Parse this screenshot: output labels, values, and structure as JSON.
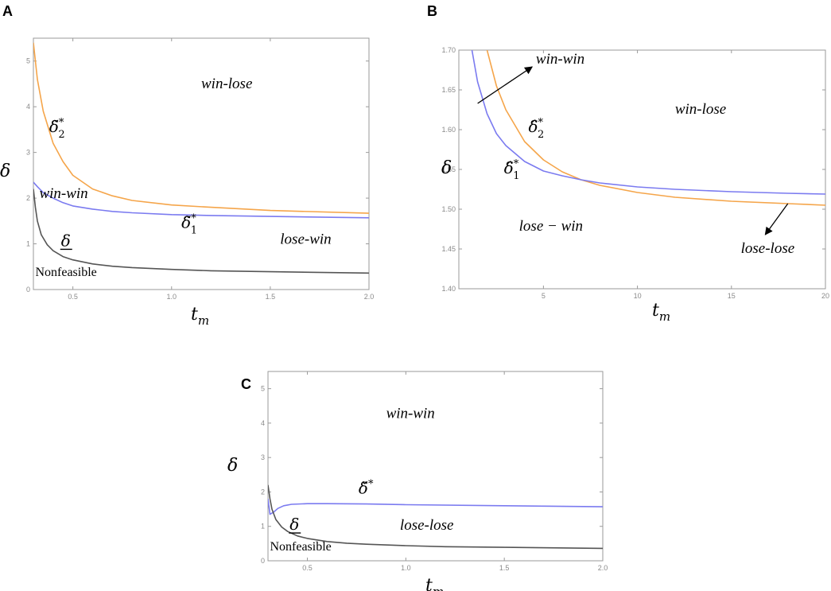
{
  "chart_data": [
    {
      "type": "line",
      "panel": "A",
      "xlabel": "t",
      "xlabel_sub": "m",
      "ylabel": "δ",
      "xlim": [
        0.3,
        2.0
      ],
      "ylim": [
        0,
        5.5
      ],
      "xticks": [
        "0.5",
        "1.0",
        "1.5",
        "2.0"
      ],
      "yticks": [
        "0",
        "1",
        "2",
        "3",
        "4",
        "5"
      ],
      "grid": false,
      "series": [
        {
          "key": "d2",
          "color": "#f5a54a",
          "x": [
            0.3,
            0.32,
            0.35,
            0.4,
            0.45,
            0.5,
            0.6,
            0.7,
            0.8,
            1.0,
            1.2,
            1.5,
            2.0
          ],
          "y": [
            5.4,
            4.6,
            3.9,
            3.2,
            2.8,
            2.5,
            2.2,
            2.05,
            1.95,
            1.85,
            1.8,
            1.73,
            1.67
          ]
        },
        {
          "key": "d1",
          "color": "#7b7bf0",
          "x": [
            0.3,
            0.32,
            0.35,
            0.4,
            0.45,
            0.5,
            0.6,
            0.7,
            0.8,
            1.0,
            1.2,
            1.5,
            2.0
          ],
          "y": [
            2.35,
            2.25,
            2.12,
            2.0,
            1.9,
            1.83,
            1.76,
            1.71,
            1.68,
            1.64,
            1.62,
            1.6,
            1.57
          ]
        },
        {
          "key": "dlow",
          "color": "#555555",
          "x": [
            0.3,
            0.31,
            0.32,
            0.34,
            0.37,
            0.4,
            0.45,
            0.5,
            0.6,
            0.7,
            0.8,
            1.0,
            1.2,
            1.5,
            2.0
          ],
          "y": [
            2.2,
            1.8,
            1.5,
            1.2,
            0.98,
            0.85,
            0.72,
            0.65,
            0.56,
            0.51,
            0.48,
            0.44,
            0.41,
            0.39,
            0.36
          ]
        }
      ],
      "annotations": [
        {
          "key": "winlose",
          "text": "win-lose",
          "x": 1.15,
          "y": 4.4
        },
        {
          "key": "winwin",
          "text": "win-win",
          "x": 0.33,
          "y": 2.0
        },
        {
          "key": "losewin",
          "text": "lose-win",
          "x": 1.55,
          "y": 1.0
        },
        {
          "key": "nonfeasible",
          "text": "Nonfeasible",
          "x": 0.31,
          "y": 0.3
        }
      ],
      "curve_labels": [
        {
          "key": "d2lab",
          "symbol": "δ̃",
          "sub": "2",
          "sup": "*",
          "x": 0.38,
          "y": 3.45
        },
        {
          "key": "d1lab",
          "symbol": "δ̃",
          "sub": "1",
          "sup": "*",
          "x": 1.05,
          "y": 1.35
        },
        {
          "key": "dlowlab",
          "symbol": "δ",
          "underline": true,
          "x": 0.44,
          "y": 0.95
        }
      ]
    },
    {
      "type": "line",
      "panel": "B",
      "xlabel": "t",
      "xlabel_sub": "m",
      "ylabel": "δ",
      "xlim": [
        0.5,
        20
      ],
      "ylim": [
        1.4,
        1.7
      ],
      "xticks": [
        "5",
        "10",
        "15",
        "20"
      ],
      "yticks": [
        "1.40",
        "1.45",
        "1.50",
        "1.55",
        "1.60",
        "1.65",
        "1.70"
      ],
      "grid": false,
      "series": [
        {
          "key": "d2",
          "color": "#f5a54a",
          "x": [
            2.0,
            2.5,
            3,
            4,
            5,
            6,
            7,
            8,
            10,
            12,
            15,
            18,
            20
          ],
          "y": [
            1.7,
            1.655,
            1.625,
            1.585,
            1.562,
            1.547,
            1.537,
            1.53,
            1.521,
            1.515,
            1.51,
            1.507,
            1.505
          ]
        },
        {
          "key": "d1",
          "color": "#7b7bf0",
          "x": [
            1.2,
            1.5,
            2,
            2.5,
            3,
            4,
            5,
            6,
            7,
            8,
            10,
            12,
            15,
            18,
            20
          ],
          "y": [
            1.7,
            1.66,
            1.62,
            1.595,
            1.58,
            1.56,
            1.548,
            1.542,
            1.537,
            1.533,
            1.528,
            1.525,
            1.522,
            1.52,
            1.519
          ]
        }
      ],
      "annotations": [
        {
          "key": "winwin",
          "text": "win-win",
          "x": 4.6,
          "y": 1.683
        },
        {
          "key": "winlose",
          "text": "win-lose",
          "x": 12.0,
          "y": 1.62
        },
        {
          "key": "losewin",
          "text": "lose − win",
          "x": 3.7,
          "y": 1.473
        },
        {
          "key": "loselose",
          "text": "lose-lose",
          "x": 15.5,
          "y": 1.445
        }
      ],
      "curve_labels": [
        {
          "key": "d2lab",
          "symbol": "δ̂",
          "sub": "2",
          "sup": "*",
          "x": 4.2,
          "y": 1.597
        },
        {
          "key": "d1lab",
          "symbol": "δ̂",
          "sub": "1",
          "sup": "*",
          "x": 2.9,
          "y": 1.545
        }
      ],
      "arrows": [
        {
          "key": "arrow1",
          "x1": 1.5,
          "y1": 1.633,
          "x2": 4.4,
          "y2": 1.679
        },
        {
          "key": "arrow2",
          "x1": 18.0,
          "y1": 1.507,
          "x2": 16.8,
          "y2": 1.468
        }
      ]
    },
    {
      "type": "line",
      "panel": "C",
      "xlabel": "t",
      "xlabel_sub": "m",
      "ylabel": "δ",
      "xlim": [
        0.3,
        2.0
      ],
      "ylim": [
        0,
        5.5
      ],
      "xticks": [
        "0.5",
        "1.0",
        "1.5",
        "2.0"
      ],
      "yticks": [
        "0",
        "1",
        "2",
        "3",
        "4",
        "5"
      ],
      "grid": false,
      "series": [
        {
          "key": "dcheck",
          "color": "#7b7bf0",
          "x": [
            0.3,
            0.31,
            0.33,
            0.35,
            0.38,
            0.42,
            0.5,
            0.6,
            0.8,
            1.0,
            1.5,
            2.0
          ],
          "y": [
            1.8,
            1.35,
            1.42,
            1.52,
            1.6,
            1.64,
            1.66,
            1.66,
            1.65,
            1.63,
            1.6,
            1.57
          ]
        },
        {
          "key": "dlow",
          "color": "#555555",
          "x": [
            0.3,
            0.31,
            0.32,
            0.34,
            0.37,
            0.4,
            0.45,
            0.5,
            0.6,
            0.7,
            0.8,
            1.0,
            1.2,
            1.5,
            2.0
          ],
          "y": [
            2.2,
            1.8,
            1.5,
            1.2,
            0.98,
            0.85,
            0.72,
            0.65,
            0.56,
            0.51,
            0.48,
            0.44,
            0.41,
            0.39,
            0.36
          ]
        }
      ],
      "annotations": [
        {
          "key": "winwin",
          "text": "win-win",
          "x": 0.9,
          "y": 4.15
        },
        {
          "key": "loselose",
          "text": "lose-lose",
          "x": 0.97,
          "y": 0.9
        },
        {
          "key": "nonfeasible",
          "text": "Nonfeasible",
          "x": 0.31,
          "y": 0.3
        }
      ],
      "curve_labels": [
        {
          "key": "dchecklab",
          "symbol": "δ̌",
          "sup": "*",
          "x": 0.76,
          "y": 1.95
        },
        {
          "key": "dlowlab",
          "symbol": "δ",
          "underline": true,
          "x": 0.41,
          "y": 0.9
        }
      ]
    }
  ]
}
